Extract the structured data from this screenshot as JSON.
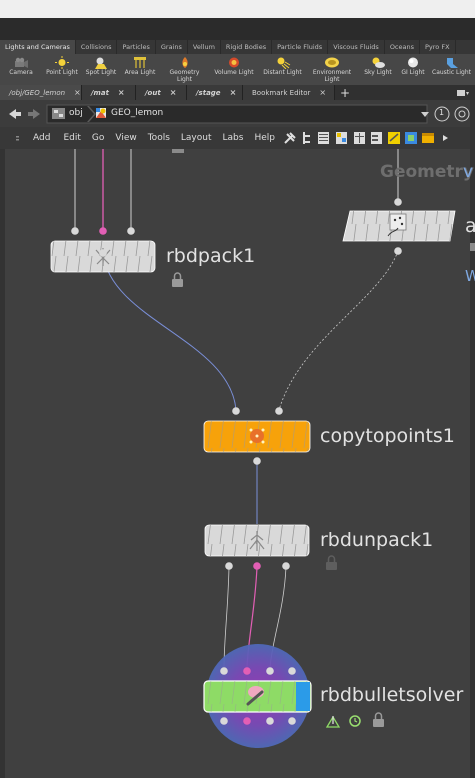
{
  "shelf": {
    "tabs": [
      "Lights and Cameras",
      "Collisions",
      "Particles",
      "Grains",
      "Vellum",
      "Rigid Bodies",
      "Particle Fluids",
      "Viscous Fluids",
      "Oceans",
      "Pyro FX"
    ],
    "tools": [
      "Camera",
      "Point Light",
      "Spot Light",
      "Area Light",
      "Geometry Light",
      "Volume Light",
      "Distant Light",
      "Environment Light",
      "Sky Light",
      "GI Light",
      "Caustic Light"
    ]
  },
  "pane_tabs": [
    {
      "label": "/obj/GEO_lemon",
      "close": "×"
    },
    {
      "label": "/mat",
      "close": "×"
    },
    {
      "label": "/out",
      "close": "×"
    },
    {
      "label": "/stage",
      "close": "×"
    },
    {
      "label": "Bookmark Editor",
      "close": "×"
    }
  ],
  "pane_add": "+",
  "path": {
    "root": "obj",
    "geo": "GEO_lemon",
    "page": "1"
  },
  "menu": [
    "Add",
    "Edit",
    "Go",
    "View",
    "Tools",
    "Layout",
    "Labs",
    "Help"
  ],
  "network": {
    "context_label": "Geometry",
    "context_suffix": "v",
    "nodes": [
      {
        "id": "rbdpack1",
        "label": "rbdpack1"
      },
      {
        "id": "copytopoints1",
        "label": "copytopoints1"
      },
      {
        "id": "rbdunpack1",
        "label": "rbdunpack1"
      },
      {
        "id": "rbdbulletsolver",
        "label": "rbdbulletsolver"
      }
    ],
    "right_label_1": "a",
    "right_label_2": "W"
  },
  "colors": {
    "network_bg": "#404040",
    "node_gray": "#d9d9d9",
    "node_orange": "#f7a20a",
    "node_green": "#8edb66",
    "highlight_pink": "#e25fb5",
    "solver_halo": "#4f69b8"
  }
}
